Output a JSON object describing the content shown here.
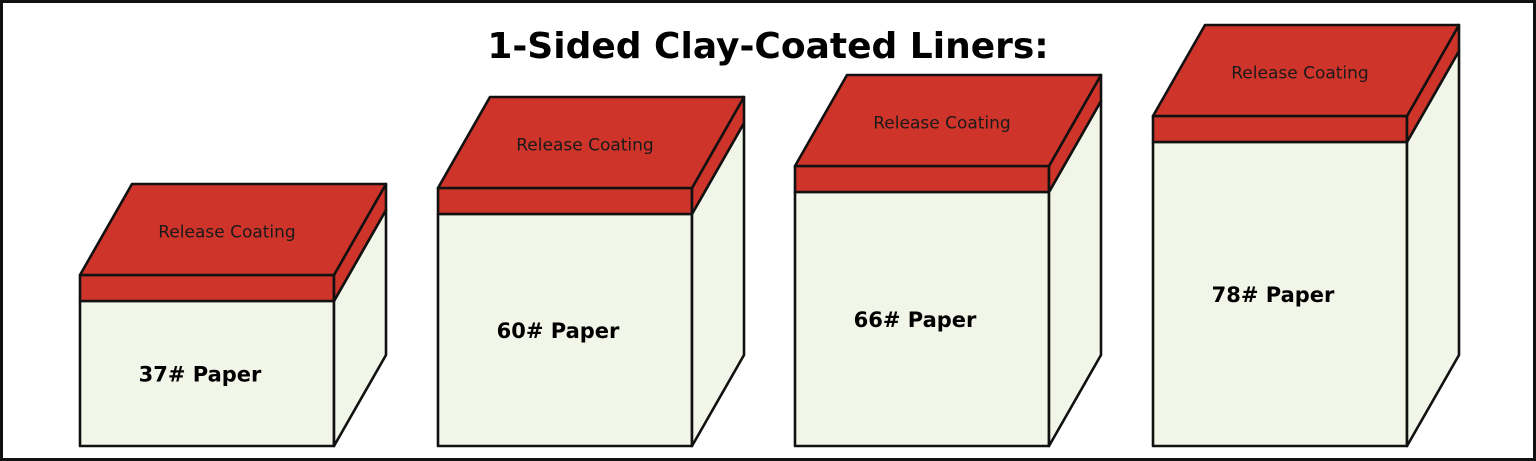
{
  "title": "1-Sided Clay-Coated Liners:",
  "colors": {
    "coating": "#cf342b",
    "paper": "#f1f6e8",
    "outline": "#111111",
    "background": "#ffffff"
  },
  "liners": [
    {
      "coating_label": "Release Coating",
      "paper_label": "37# Paper"
    },
    {
      "coating_label": "Release Coating",
      "paper_label": "60# Paper"
    },
    {
      "coating_label": "Release Coating",
      "paper_label": "66# Paper"
    },
    {
      "coating_label": "Release Coating",
      "paper_label": "78# Paper"
    }
  ]
}
